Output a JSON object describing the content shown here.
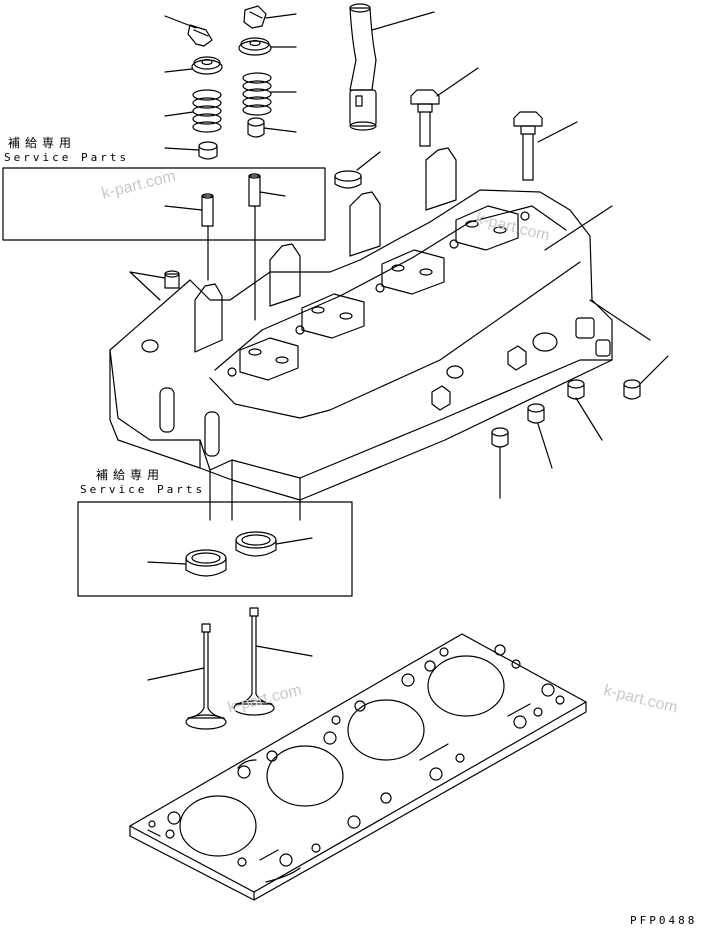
{
  "service_box_1": {
    "jp_label": "補給専用",
    "en_label": "Service Parts"
  },
  "service_box_2": {
    "jp_label": "補給専用",
    "en_label": "Service Parts"
  },
  "watermarks": [
    "k-part.com",
    "k-part.com",
    "k-part.com",
    "k-part.com"
  ],
  "drawing_code": "PFP0488"
}
